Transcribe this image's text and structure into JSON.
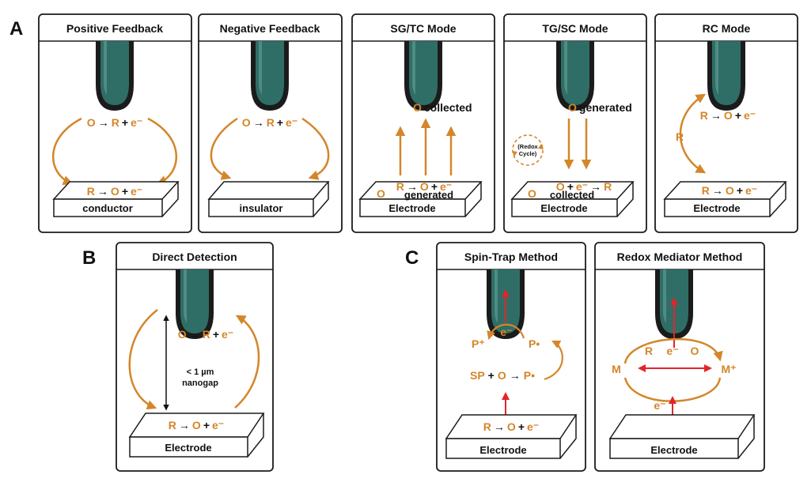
{
  "colors": {
    "orange": "#d4862a",
    "red": "#e3242b",
    "tip": "#2f6e66",
    "tip_light": "#5d9890",
    "black": "#111111"
  },
  "labels": {
    "a": "A",
    "b": "B",
    "c": "C"
  },
  "panels": {
    "positive": {
      "title": "Positive Feedback",
      "top": {
        "o": "O",
        "arrow": "→",
        "r": "R",
        "plus": "+",
        "e": "e⁻"
      },
      "bottom": {
        "r": "R",
        "arrow": "→",
        "o": "O",
        "plus": "+",
        "e": "e⁻"
      },
      "substrate": "conductor"
    },
    "negative": {
      "title": "Negative Feedback",
      "top": {
        "o": "O",
        "arrow": "→",
        "r": "R",
        "plus": "+",
        "e": "e⁻"
      },
      "substrate": "insulator"
    },
    "sgtc": {
      "title": "SG/TC Mode",
      "top_o": "O",
      "top_text": "collected",
      "bottom": {
        "r": "R",
        "arrow": "→",
        "o": "O",
        "plus": "+",
        "e": "e⁻"
      },
      "side_o": "O",
      "generated": "generated",
      "substrate": "Electrode"
    },
    "tgsc": {
      "title": "TG/SC Mode",
      "top_o": "O",
      "top_text": "generated",
      "redox_line1": "(Redox",
      "redox_line2": "Cycle)",
      "bottom": {
        "o": "O",
        "plus": "+",
        "e": "e⁻",
        "arrow": "→",
        "r": "R"
      },
      "side_o": "O",
      "collected": "collected",
      "substrate": "Electrode"
    },
    "rc": {
      "title": "RC Mode",
      "top": {
        "r": "R",
        "arrow": "→",
        "o": "O",
        "plus": "+",
        "e": "e⁻"
      },
      "side_r": "R",
      "bottom": {
        "r": "R",
        "arrow": "→",
        "o": "O",
        "plus": "+",
        "e": "e⁻"
      },
      "substrate": "Electrode"
    },
    "direct": {
      "title": "Direct Detection",
      "top": {
        "o": "O",
        "arrow": "→",
        "r": "R",
        "plus": "+",
        "e": "e⁻"
      },
      "gap1": "< 1 µm",
      "gap2": "nanogap",
      "bottom": {
        "r": "R",
        "arrow": "→",
        "o": "O",
        "plus": "+",
        "e": "e⁻"
      },
      "substrate": "Electrode"
    },
    "spin": {
      "title": "Spin-Trap Method",
      "e": "e⁻",
      "p_plus": "P⁺",
      "p_dot_top": "P•",
      "sp": "SP",
      "plus": "+",
      "o": "O",
      "arrow": "→",
      "p_dot_bottom": "P•",
      "bottom": {
        "r": "R",
        "arrow": "→",
        "o": "O",
        "plus": "+",
        "e": "e⁻"
      },
      "substrate": "Electrode"
    },
    "mediator": {
      "title": "Redox Mediator Method",
      "r": "R",
      "e": "e⁻",
      "o": "O",
      "m": "M",
      "m_plus": "M⁺",
      "e_bottom": "e⁻",
      "substrate": "Electrode"
    }
  }
}
